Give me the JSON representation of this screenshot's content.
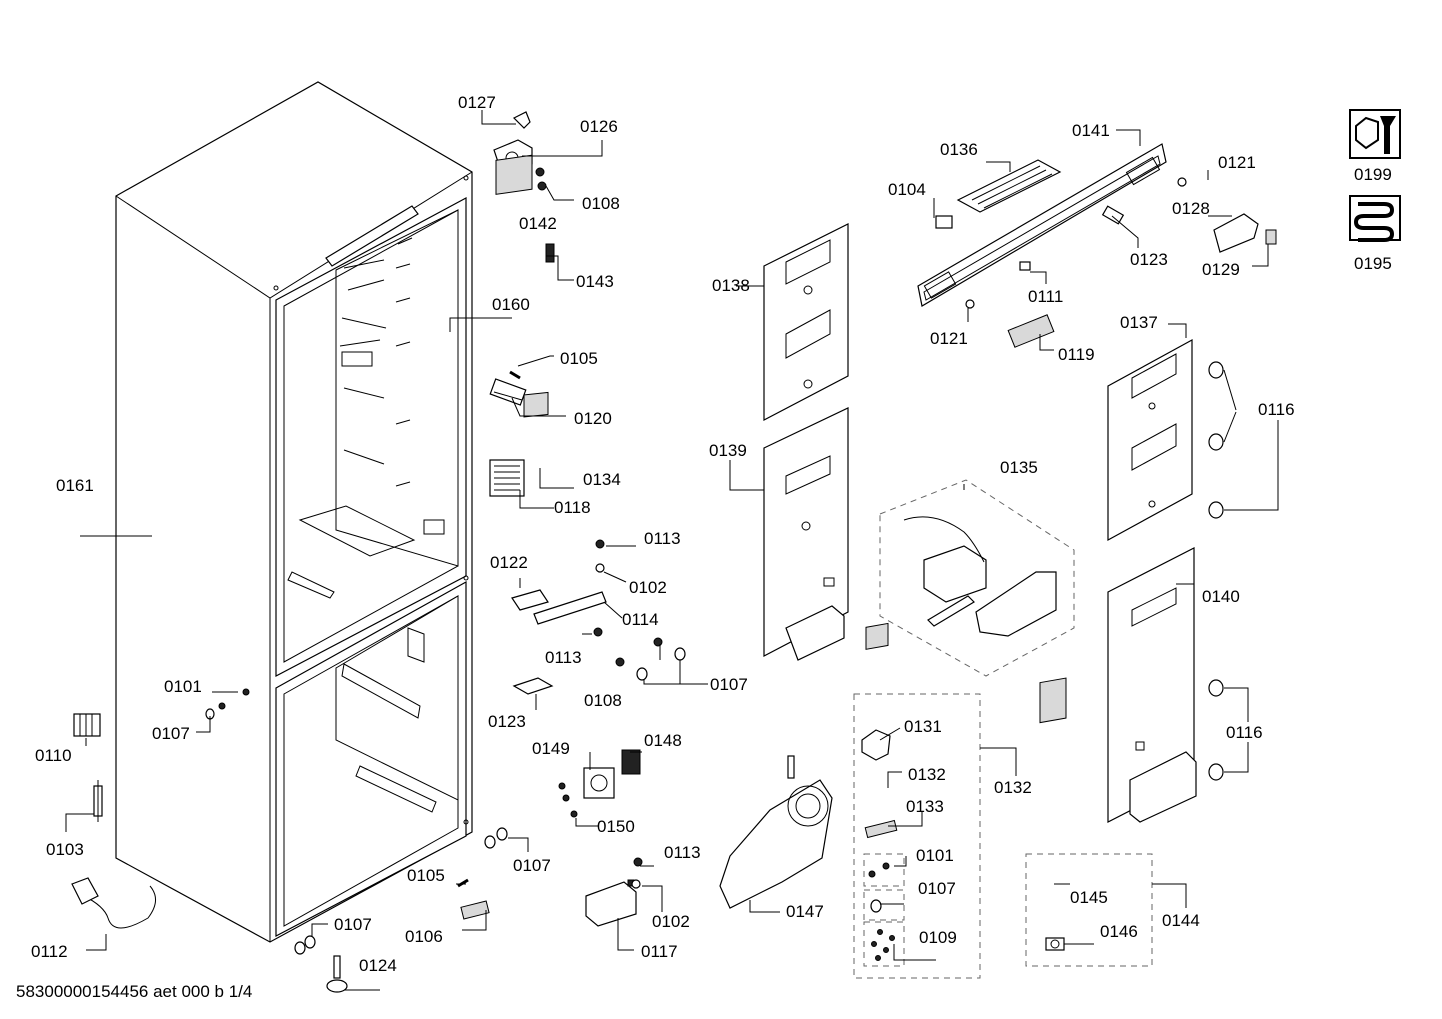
{
  "labels": {
    "l0127": "0127",
    "l0126": "0126",
    "l0108a": "0108",
    "l0142": "0142",
    "l0143": "0143",
    "l0160": "0160",
    "l0105a": "0105",
    "l0120": "0120",
    "l0134": "0134",
    "l0118": "0118",
    "l0161": "0161",
    "l0113a": "0113",
    "l0102a": "0102",
    "l0122": "0122",
    "l0114": "0114",
    "l0113b": "0113",
    "l0108b": "0108",
    "l0107a": "0107",
    "l0101a": "0101",
    "l0107b": "0107",
    "l0123a": "0123",
    "l0110": "0110",
    "l0149": "0149",
    "l0148": "0148",
    "l0150": "0150",
    "l0103": "0103",
    "l0113c": "0113",
    "l0107c": "0107",
    "l0105b": "0105",
    "l0102b": "0102",
    "l0106": "0106",
    "l0112": "0112",
    "l0107d": "0107",
    "l0117": "0117",
    "l0124": "0124",
    "l0138": "0138",
    "l0139": "0139",
    "l0136": "0136",
    "l0141": "0141",
    "l0104": "0104",
    "l0121a": "0121",
    "l0128": "0128",
    "l0123b": "0123",
    "l0129": "0129",
    "l0111": "0111",
    "l0121b": "0121",
    "l0119": "0119",
    "l0137": "0137",
    "l0116a": "0116",
    "l0135": "0135",
    "l0140": "0140",
    "l0116b": "0116",
    "l0131": "0131",
    "l0132a": "0132",
    "l0132b": "0132",
    "l0133": "0133",
    "l0101b": "0101",
    "l0107e": "0107",
    "l0109": "0109",
    "l0147": "0147",
    "l0145": "0145",
    "l0146": "0146",
    "l0144": "0144",
    "l0199": "0199",
    "l0195": "0195"
  },
  "footer": "58300000154456 aet 000 b 1/4",
  "icons": [
    "wrench-nut-icon",
    "heating-coil-icon"
  ]
}
